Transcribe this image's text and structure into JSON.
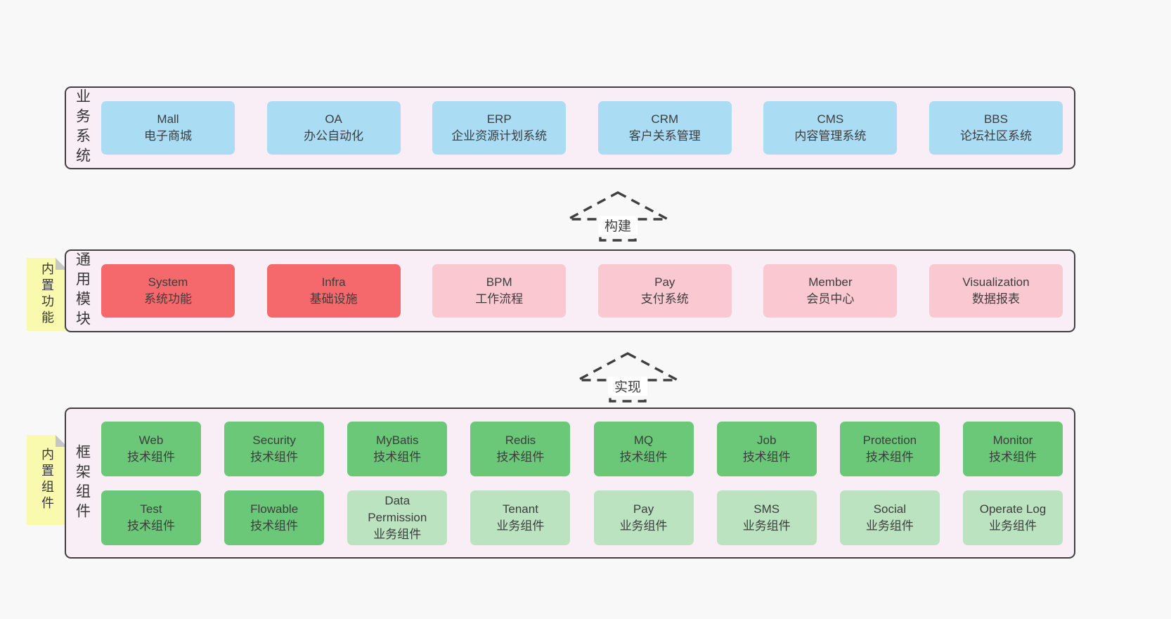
{
  "colors": {
    "page_bg": "#f8f8f8",
    "band_bg": "#f9edf6",
    "band_border": "#404040",
    "blue": "#aadcf4",
    "red": "#f5696d",
    "pink": "#f9c8d1",
    "green": "#6ac878",
    "lightgreen": "#bbe3c0",
    "yellow": "#fafaae",
    "fold_gray": "#c6c6c6",
    "text": "#3d3d3d",
    "arrow": "#3f3f3f"
  },
  "bands": [
    {
      "label": "业务系统",
      "rows": [
        [
          {
            "en": "Mall",
            "zh": "电子商城",
            "type": "blue"
          },
          {
            "en": "OA",
            "zh": "办公自动化",
            "type": "blue"
          },
          {
            "en": "ERP",
            "zh": "企业资源计划系统",
            "type": "blue"
          },
          {
            "en": "CRM",
            "zh": "客户关系管理",
            "type": "blue"
          },
          {
            "en": "CMS",
            "zh": "内容管理系统",
            "type": "blue"
          },
          {
            "en": "BBS",
            "zh": "论坛社区系统",
            "type": "blue"
          }
        ]
      ]
    },
    {
      "label": "通用模块",
      "sticky": "内置功能",
      "rows": [
        [
          {
            "en": "System",
            "zh": "系统功能",
            "type": "red"
          },
          {
            "en": "Infra",
            "zh": "基础设施",
            "type": "red"
          },
          {
            "en": "BPM",
            "zh": "工作流程",
            "type": "pink"
          },
          {
            "en": "Pay",
            "zh": "支付系统",
            "type": "pink"
          },
          {
            "en": "Member",
            "zh": "会员中心",
            "type": "pink"
          },
          {
            "en": "Visualization",
            "zh": "数据报表",
            "type": "pink"
          }
        ]
      ]
    },
    {
      "label": "框架组件",
      "sticky": "内置组件",
      "rows": [
        [
          {
            "en": "Web",
            "zh": "技术组件",
            "type": "green"
          },
          {
            "en": "Security",
            "zh": "技术组件",
            "type": "green"
          },
          {
            "en": "MyBatis",
            "zh": "技术组件",
            "type": "green"
          },
          {
            "en": "Redis",
            "zh": "技术组件",
            "type": "green"
          },
          {
            "en": "MQ",
            "zh": "技术组件",
            "type": "green"
          },
          {
            "en": "Job",
            "zh": "技术组件",
            "type": "green"
          },
          {
            "en": "Protection",
            "zh": "技术组件",
            "type": "green"
          },
          {
            "en": "Monitor",
            "zh": "技术组件",
            "type": "green"
          }
        ],
        [
          {
            "en": "Test",
            "zh": "技术组件",
            "type": "green"
          },
          {
            "en": "Flowable",
            "zh": "技术组件",
            "type": "green"
          },
          {
            "en": "Data Permission",
            "zh": "业务组件",
            "type": "lightgreen"
          },
          {
            "en": "Tenant",
            "zh": "业务组件",
            "type": "lightgreen"
          },
          {
            "en": "Pay",
            "zh": "业务组件",
            "type": "lightgreen"
          },
          {
            "en": "SMS",
            "zh": "业务组件",
            "type": "lightgreen"
          },
          {
            "en": "Social",
            "zh": "业务组件",
            "type": "lightgreen"
          },
          {
            "en": "Operate Log",
            "zh": "业务组件",
            "type": "lightgreen"
          }
        ]
      ]
    }
  ],
  "arrows": [
    {
      "label": "构建"
    },
    {
      "label": "实现"
    }
  ]
}
